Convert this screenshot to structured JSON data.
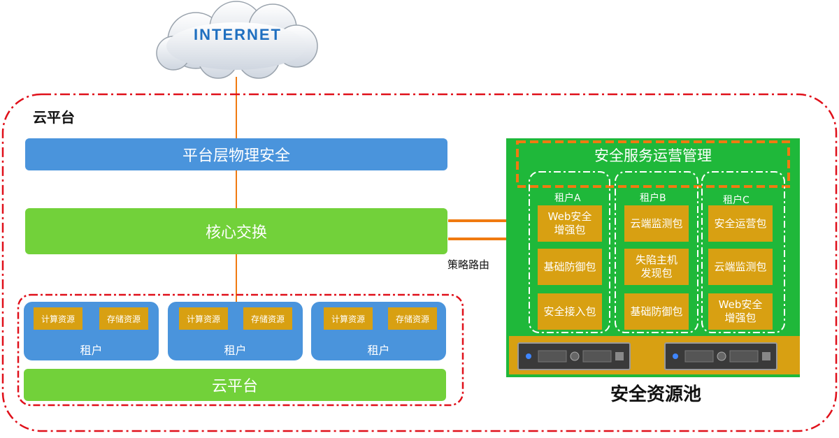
{
  "internet": {
    "label": "INTERNET"
  },
  "platform": {
    "title": "云平台"
  },
  "bars": {
    "physical": "平台层物理安全",
    "core_switch": "核心交换",
    "cloud_platform": "云平台"
  },
  "tenants": [
    {
      "label": "租户",
      "compute": "计算资源",
      "storage": "存储资源"
    },
    {
      "label": "租户",
      "compute": "计算资源",
      "storage": "存储资源"
    },
    {
      "label": "租户",
      "compute": "计算资源",
      "storage": "存储资源"
    }
  ],
  "route": {
    "label": "策略路由"
  },
  "pool": {
    "service_title": "安全服务运营管理",
    "title": "安全资源池",
    "columns": [
      {
        "label": "租户A",
        "packages": [
          "Web安全\n增强包",
          "基础防御包",
          "安全接入包"
        ]
      },
      {
        "label": "租户B",
        "packages": [
          "云端监测包",
          "失陷主机\n发现包",
          "基础防御包"
        ]
      },
      {
        "label": "租户C",
        "packages": [
          "安全运营包",
          "云端监测包",
          "Web安全\n增强包"
        ]
      }
    ]
  },
  "colors": {
    "blue": "#4a94dc",
    "green": "#72d13a",
    "pool_green": "#1fb83a",
    "gold": "#d8a012",
    "red_dash": "#e0101a",
    "orange": "#f07a10"
  },
  "icons": [
    "cloud-icon",
    "server-icon"
  ]
}
